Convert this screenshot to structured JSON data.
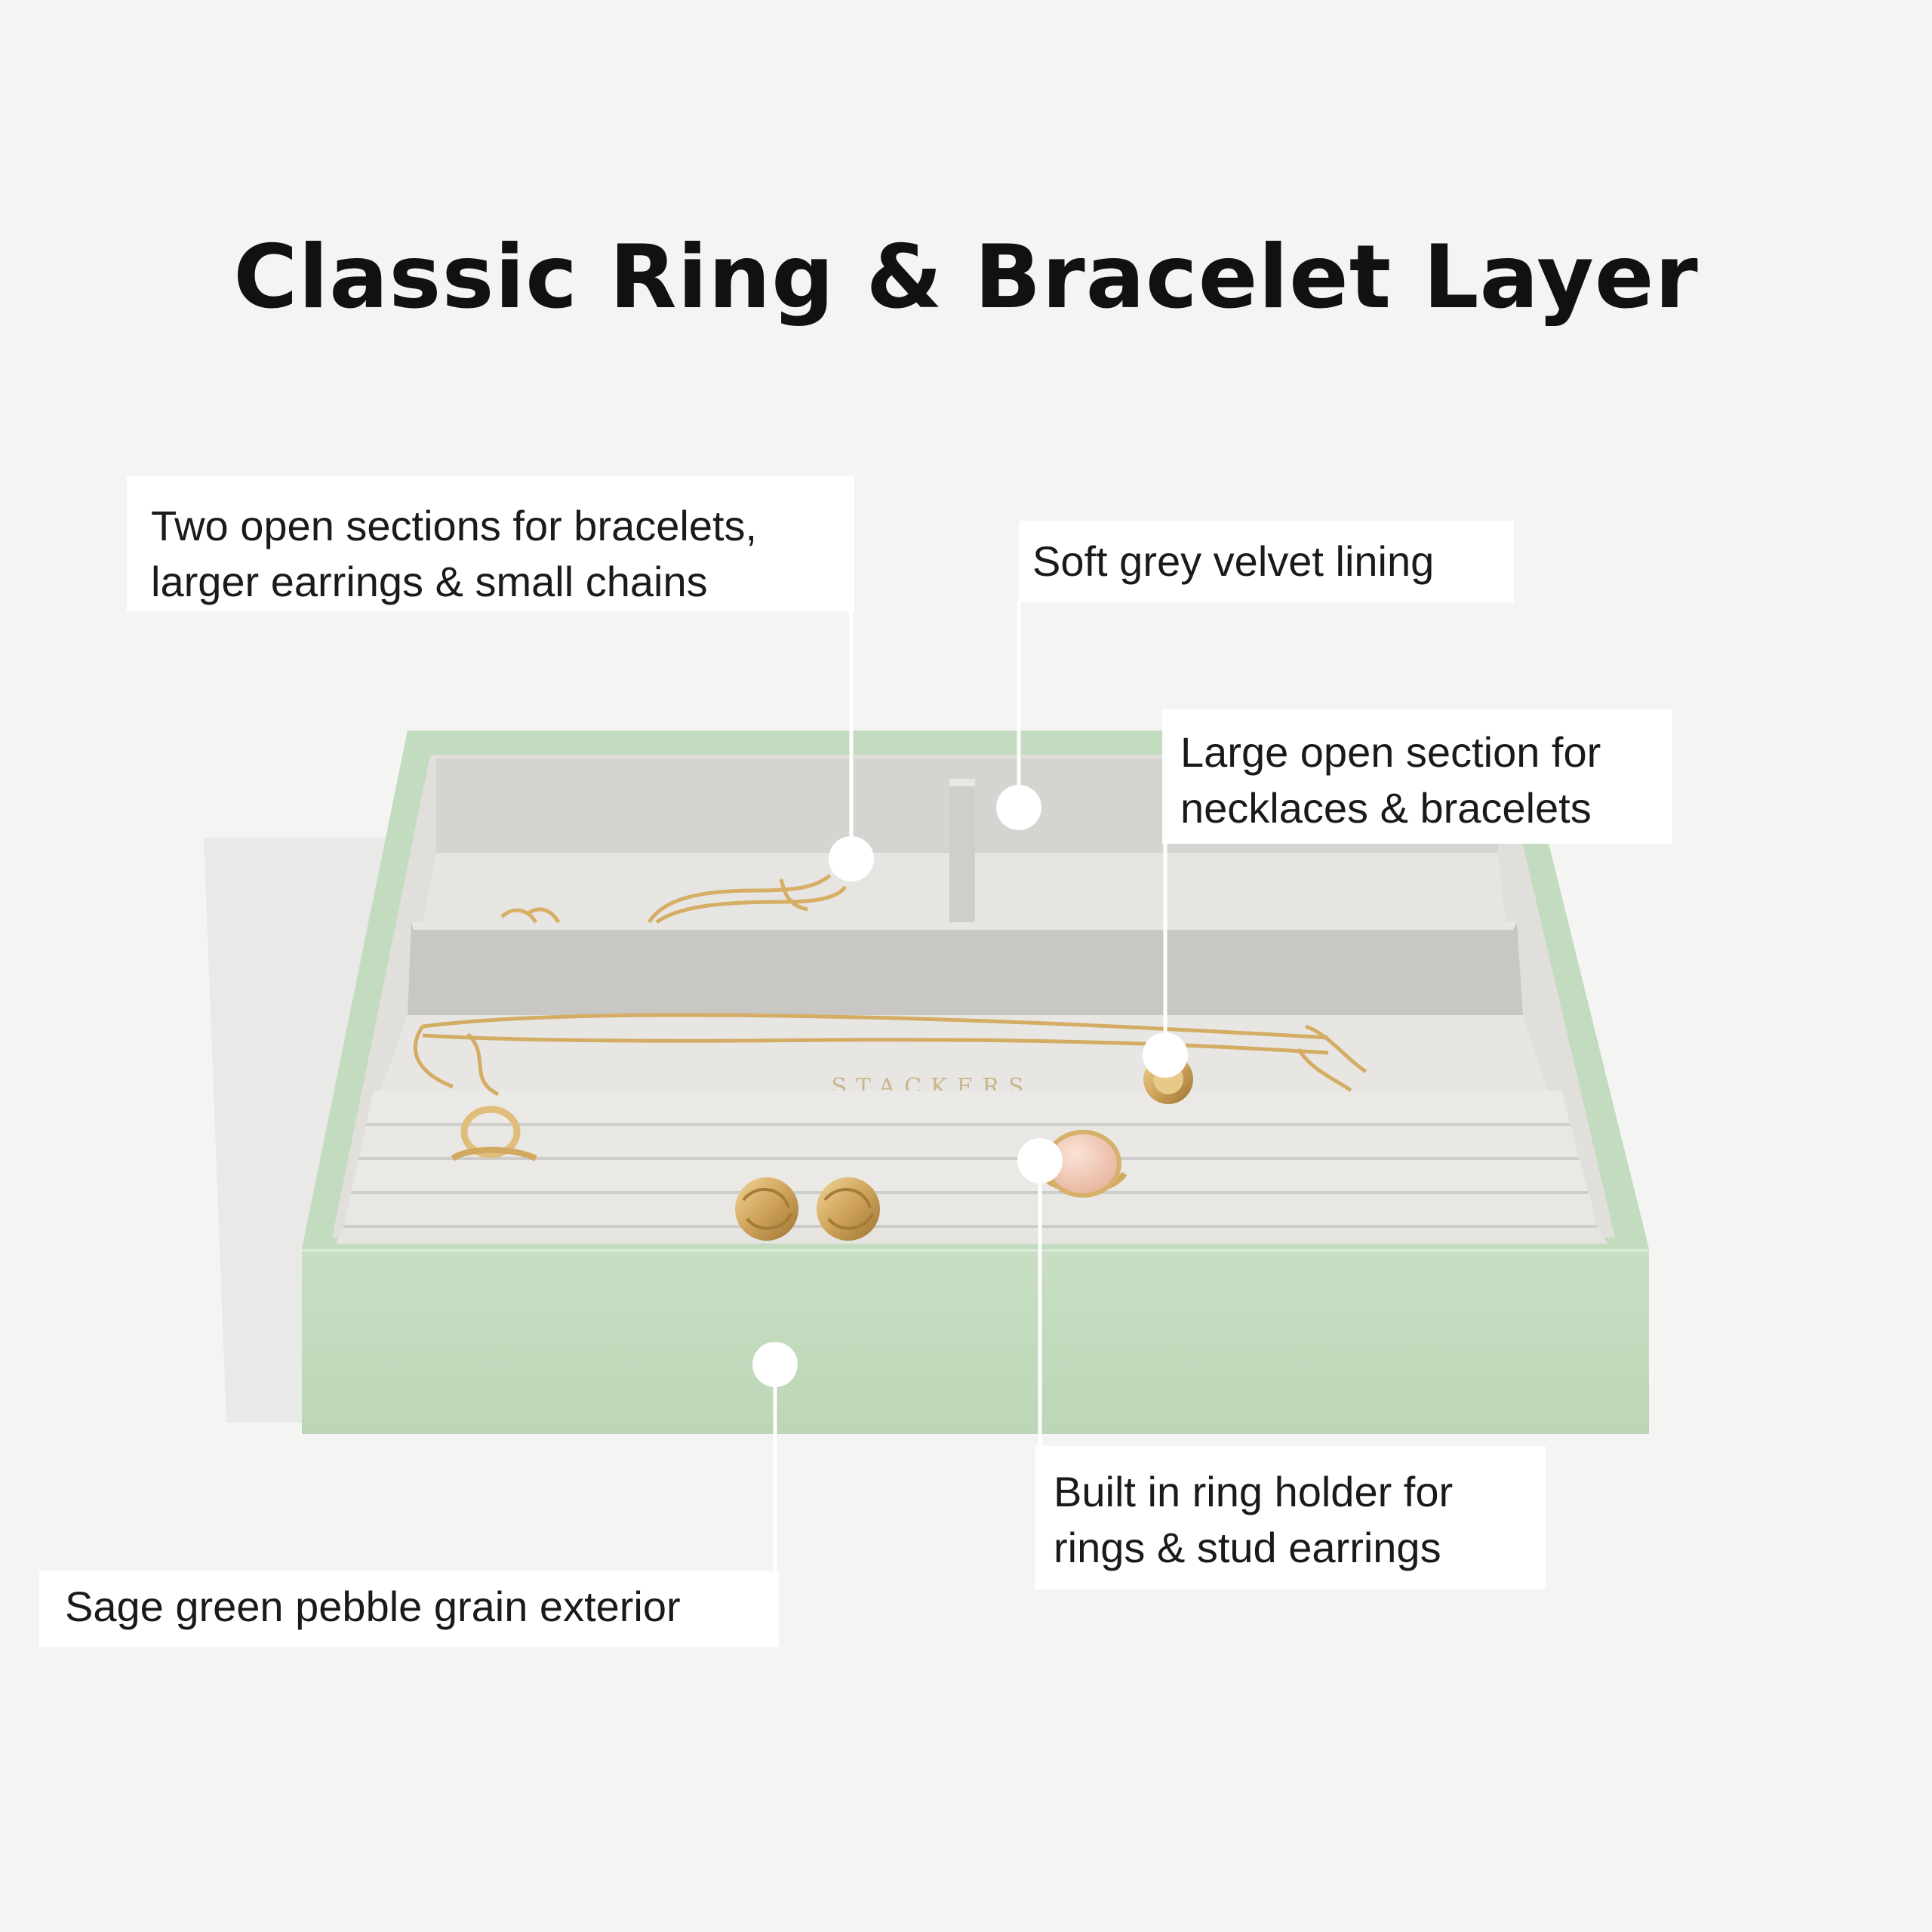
{
  "title": "Classic Ring & Bracelet Layer",
  "callouts": {
    "two_sections": [
      "Two open sections for bracelets,",
      "larger earrings & small chains"
    ],
    "velvet_lining": [
      "Soft grey velvet lining"
    ],
    "large_section": [
      "Large open section for",
      "necklaces & bracelets"
    ],
    "ring_holder": [
      "Built in ring holder for",
      "rings & stud earrings"
    ],
    "exterior": [
      "Sage green pebble grain exterior"
    ]
  },
  "brand_mark": "STACKERS",
  "colors": {
    "background": "#f4f4f3",
    "sage_green": "#c4dcc0",
    "velvet_grey": "#e0dedb",
    "gold": "#d7b06a",
    "callout_box": "#ffffff",
    "marker": "#ffffff"
  }
}
